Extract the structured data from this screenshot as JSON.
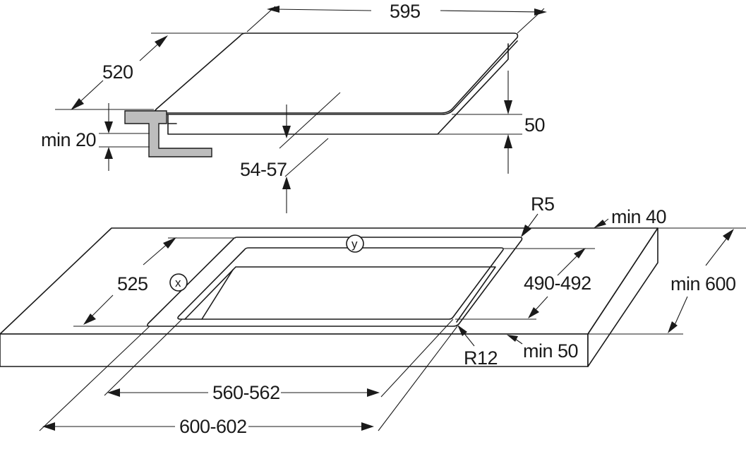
{
  "labels": {
    "width_595": "595",
    "depth_520": "520",
    "height_50": "50",
    "min_20": "min 20",
    "range_54_57": "54-57",
    "r5": "R5",
    "min_40": "min 40",
    "depth_525": "525",
    "range_490_492": "490-492",
    "min_600": "min 600",
    "r12": "R12",
    "min_50": "min 50",
    "range_560_562": "560-562",
    "range_600_602": "600-602"
  },
  "markers": {
    "x": "x",
    "y": "y"
  },
  "colors": {
    "line": "#1a1a1a",
    "bracket": "#bdbdbd",
    "background": "#ffffff"
  }
}
